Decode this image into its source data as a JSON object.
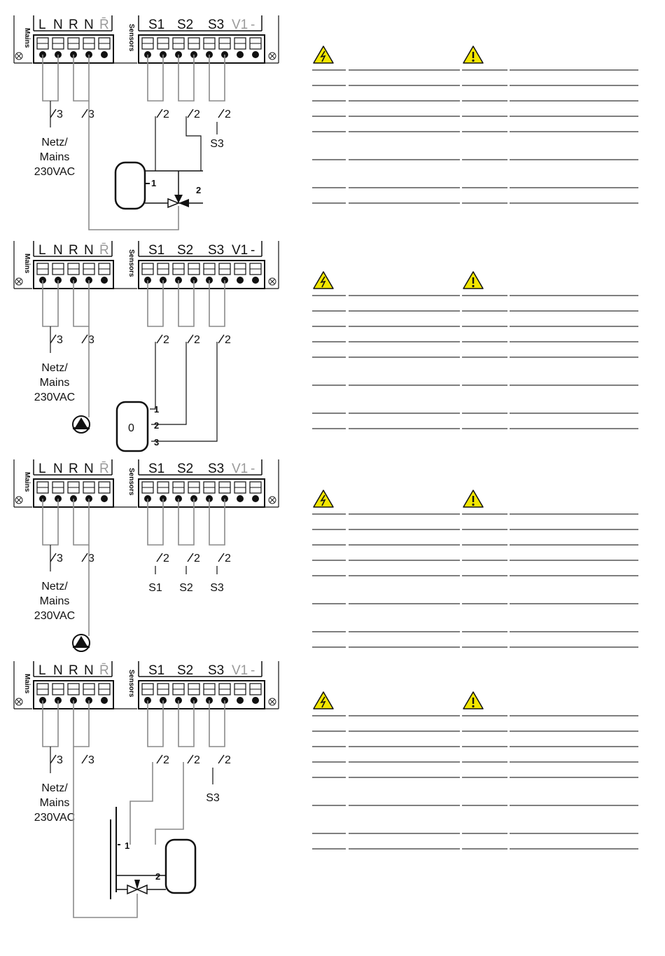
{
  "diagrams": [
    {
      "mains_terminals": [
        "L",
        "N",
        "R",
        "N",
        "R̄"
      ],
      "sensor_terminals": [
        "S1",
        "S2",
        "S3",
        "V1",
        "-"
      ],
      "mains_side_label": "Mains",
      "sensors_side_label": "Sensors",
      "mains_wire_labels": [
        "3",
        "3"
      ],
      "sensor_wire_labels": [
        "2",
        "2",
        "2"
      ],
      "mains_caption": [
        "Netz/",
        "Mains",
        "230VAC"
      ],
      "sensor_caption": [
        "S3"
      ],
      "device_labels": [
        "1",
        "2"
      ]
    },
    {
      "mains_terminals": [
        "L",
        "N",
        "R",
        "N",
        "R̄"
      ],
      "sensor_terminals": [
        "S1",
        "S2",
        "S3",
        "V1",
        "-"
      ],
      "mains_side_label": "Mains",
      "sensors_side_label": "Sensors",
      "mains_wire_labels": [
        "3",
        "3"
      ],
      "sensor_wire_labels": [
        "2",
        "2",
        "2"
      ],
      "mains_caption": [
        "Netz/",
        "Mains",
        "230VAC"
      ],
      "sensor_caption": [],
      "device_labels": [
        "1",
        "2",
        "3",
        "0"
      ]
    },
    {
      "mains_terminals": [
        "L",
        "N",
        "R",
        "N",
        "R̄"
      ],
      "sensor_terminals": [
        "S1",
        "S2",
        "S3",
        "V1",
        "-"
      ],
      "mains_side_label": "Mains",
      "sensors_side_label": "Sensors",
      "mains_wire_labels": [
        "3",
        "3"
      ],
      "sensor_wire_labels": [
        "2",
        "2",
        "2"
      ],
      "mains_caption": [
        "Netz/",
        "Mains",
        "230VAC"
      ],
      "sensor_caption": [
        "S1",
        "S2",
        "S3"
      ],
      "device_labels": []
    },
    {
      "mains_terminals": [
        "L",
        "N",
        "R",
        "N",
        "R̄"
      ],
      "sensor_terminals": [
        "S1",
        "S2",
        "S3",
        "V1",
        "-"
      ],
      "mains_side_label": "Mains",
      "sensors_side_label": "Sensors",
      "mains_wire_labels": [
        "3",
        "3"
      ],
      "sensor_wire_labels": [
        "2",
        "2",
        "2"
      ],
      "mains_caption": [
        "Netz/",
        "Mains",
        "230VAC"
      ],
      "sensor_caption": [
        "S3"
      ],
      "device_labels": [
        "1",
        "2"
      ]
    }
  ],
  "icons": {
    "warning_electrical": "high-voltage-warning-icon",
    "warning_general": "exclamation-warning-icon",
    "screw": "screw-icon",
    "pump": "pump-icon"
  },
  "colors": {
    "wire": "#8a8a8a",
    "warning_fill": "#f2e600",
    "line": "#222222",
    "dim_terminal": "#9a9a9a"
  },
  "tables": [
    {
      "rows": 8
    },
    {
      "rows": 8
    },
    {
      "rows": 8
    },
    {
      "rows": 8
    }
  ]
}
